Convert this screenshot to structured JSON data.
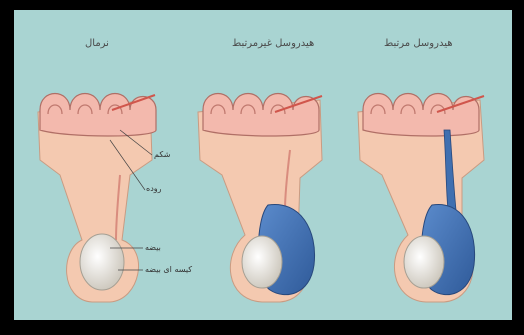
{
  "panels": [
    {
      "title": "نرمال",
      "kind": "normal"
    },
    {
      "title": "هیدروسل غیرمرتبط",
      "kind": "non-communicating"
    },
    {
      "title": "هیدروسل مرتبط",
      "kind": "communicating"
    }
  ],
  "labels": {
    "peritoneum": "شکم",
    "intestine": "روده",
    "testis": "بیضه",
    "vaginalis": "کیسه ای بیضه"
  },
  "colors": {
    "background": "#a9d4d2",
    "border": "#000000",
    "skin": "#f4c9b0",
    "intestine": "#f3b9ad",
    "fluid": "#3f6fb0",
    "testis": "#e9e6dd"
  }
}
